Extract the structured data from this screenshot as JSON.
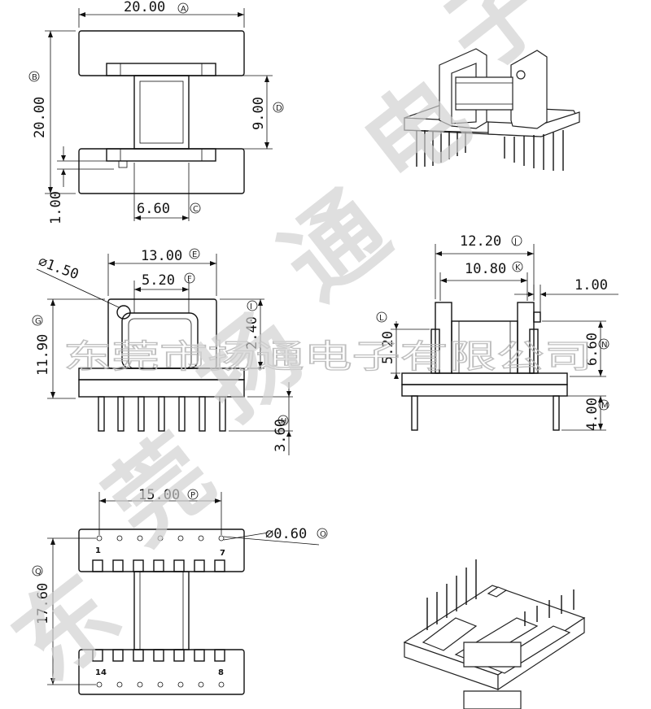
{
  "dimensions": {
    "a": {
      "value": "20.00",
      "tag": "A"
    },
    "b": {
      "value": "20.00",
      "tag": "B"
    },
    "c": {
      "value": "6.60",
      "tag": "C"
    },
    "d": {
      "value": "9.00",
      "tag": "D"
    },
    "one_left": {
      "value": "1.00"
    },
    "e": {
      "value": "13.00",
      "tag": "E"
    },
    "f": {
      "value": "5.20",
      "tag": "F"
    },
    "dia150": {
      "value": "∅1.50"
    },
    "g": {
      "value": "11.90",
      "tag": "G"
    },
    "i": {
      "value": "2.40",
      "tag": "I"
    },
    "h": {
      "value": "3.60",
      "tag": "H"
    },
    "j": {
      "value": "12.20",
      "tag": "J"
    },
    "k": {
      "value": "10.80",
      "tag": "K"
    },
    "one_right": {
      "value": "1.00"
    },
    "l": {
      "value": "5.20",
      "tag": "L"
    },
    "n": {
      "value": "6.60",
      "tag": "N"
    },
    "m": {
      "value": "4.00",
      "tag": "M"
    },
    "p": {
      "value": "15.00",
      "tag": "P"
    },
    "o": {
      "value": "∅0.60",
      "tag": "O"
    },
    "q": {
      "value": "17.60",
      "tag": "Q"
    }
  },
  "pins": {
    "p1": "1",
    "p7": "7",
    "p14": "14",
    "p8": "8"
  },
  "watermark": {
    "company_line": "东莞市扬通电子有限公司",
    "chars": [
      "东",
      "莞",
      "扬",
      "通",
      "电",
      "子"
    ]
  }
}
